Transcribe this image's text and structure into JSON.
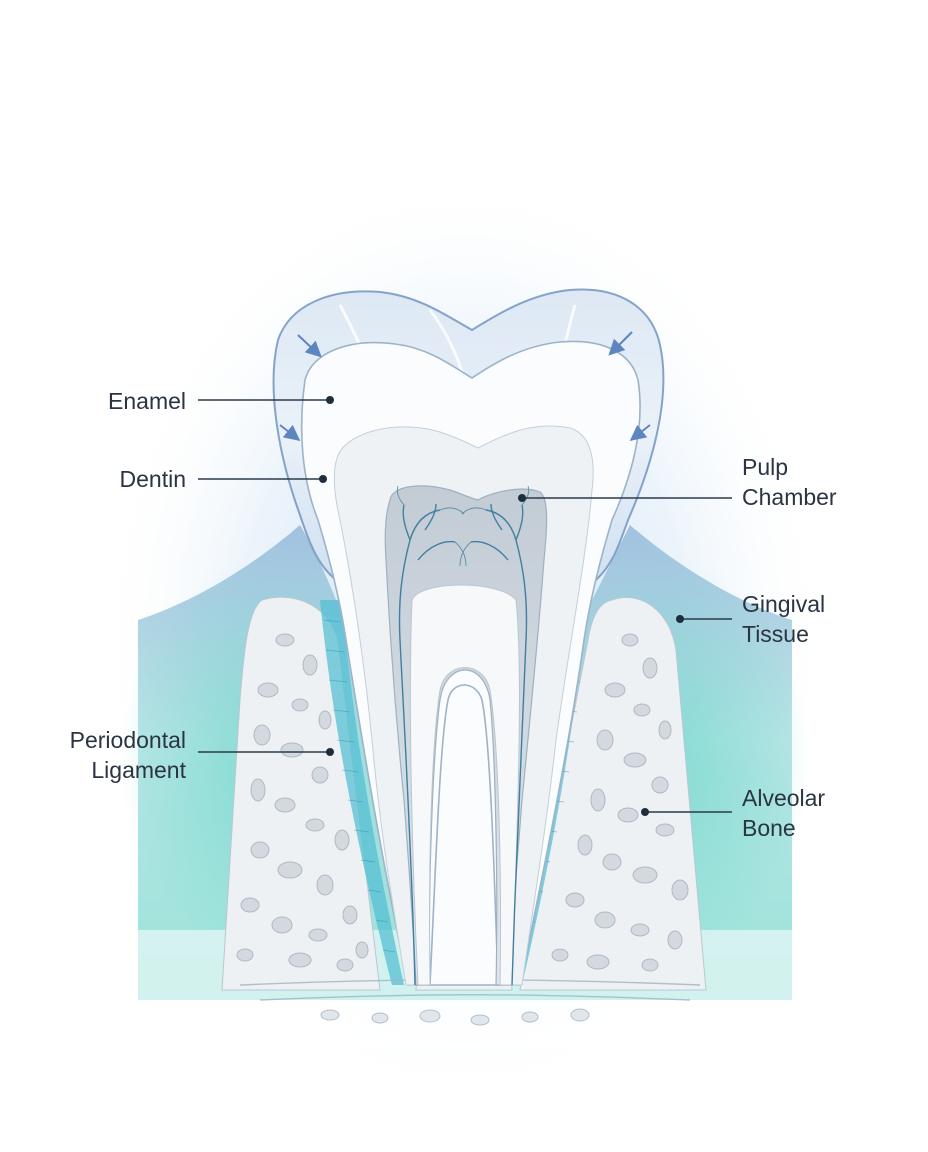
{
  "labels": {
    "enamel": "Enamel",
    "dentin": "Dentin",
    "pulp_chamber": [
      "Pulp",
      "Chamber"
    ],
    "gingival_tissue": [
      "Gingival",
      "Tissue"
    ],
    "periodontal_ligament": [
      "Periodontal",
      "Ligament"
    ],
    "alveolar_bone": [
      "Alveolar",
      "Bone"
    ]
  },
  "colors": {
    "glow": "#cfe3f6",
    "gum_blue": "#8fb6d8",
    "gum_teal": "#7fdccf",
    "ligament": "#4fb3cc",
    "enamel_outline": "#7c9cc4",
    "dentin_fill": "#f4f6f8",
    "pulp_fill": "#c9d2da",
    "nerve": "#3f7fa0",
    "bone_fill": "#eef1f4",
    "bone_pore": "#d3d9df",
    "leader": "#2b3a4a"
  }
}
